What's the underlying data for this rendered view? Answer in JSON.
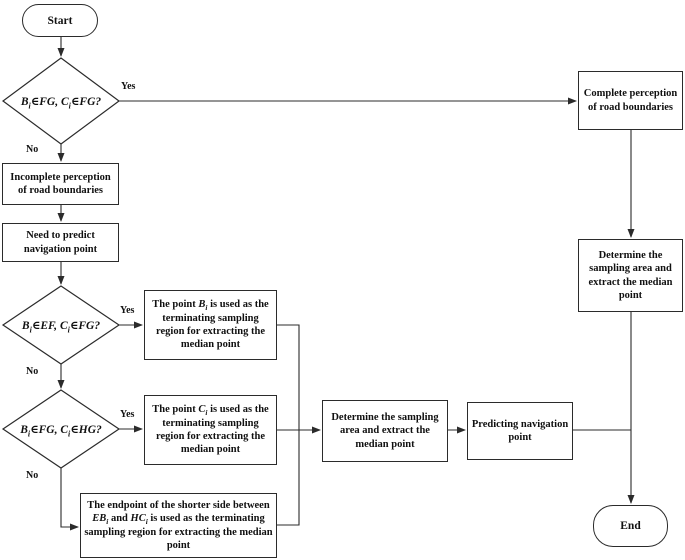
{
  "figure": {
    "background": "#ffffff",
    "line_color": "#2b2b2b",
    "text_color": "#111111"
  },
  "labels": {
    "yes": "Yes",
    "no": "No"
  },
  "nodes": {
    "start": {
      "label": "Start"
    },
    "end": {
      "label": "End"
    },
    "decision_1": {
      "rich": [
        {
          "t": "B"
        },
        {
          "t": "i",
          "sub": true
        },
        {
          "t": "∈FG, "
        },
        {
          "t": "C"
        },
        {
          "t": "i",
          "sub": true
        },
        {
          "t": "∈FG?"
        }
      ]
    },
    "decision_2": {
      "rich": [
        {
          "t": "B"
        },
        {
          "t": "i",
          "sub": true
        },
        {
          "t": "∈EF, "
        },
        {
          "t": "C"
        },
        {
          "t": "i",
          "sub": true
        },
        {
          "t": "∈FG?"
        }
      ]
    },
    "decision_3": {
      "rich": [
        {
          "t": "B"
        },
        {
          "t": "i",
          "sub": true
        },
        {
          "t": "∈FG, "
        },
        {
          "t": "C"
        },
        {
          "t": "i",
          "sub": true
        },
        {
          "t": "∈HG?"
        }
      ]
    },
    "incomplete": {
      "label": "Incomplete perception of road boundaries"
    },
    "need_predict": {
      "label": "Need to predict navigation point"
    },
    "point_bi": {
      "rich": [
        {
          "t": "The point "
        },
        {
          "t": "B",
          "it": true
        },
        {
          "t": "i",
          "it": true,
          "sub": true
        },
        {
          "t": " is used as the terminating sampling region for extracting the median point"
        }
      ]
    },
    "point_ci": {
      "rich": [
        {
          "t": "The point "
        },
        {
          "t": "C",
          "it": true
        },
        {
          "t": "i",
          "it": true,
          "sub": true
        },
        {
          "t": " is used as the terminating sampling region for extracting the median point"
        }
      ]
    },
    "endpoint_shorter": {
      "rich": [
        {
          "t": "The endpoint of the shorter side between "
        },
        {
          "t": "EB",
          "it": true
        },
        {
          "t": "i",
          "it": true,
          "sub": true
        },
        {
          "t": " and "
        },
        {
          "t": "HC",
          "it": true
        },
        {
          "t": "i",
          "it": true,
          "sub": true
        },
        {
          "t": " is used as the terminating sampling region for extracting the median point"
        }
      ]
    },
    "determine_mid": {
      "label": "Determine the sampling area and extract the median point"
    },
    "predicting": {
      "label": "Predicting navigation point"
    },
    "complete": {
      "label": "Complete perception of road boundaries"
    },
    "determine_right": {
      "label": "Determine the sampling area and extract the median point"
    }
  }
}
